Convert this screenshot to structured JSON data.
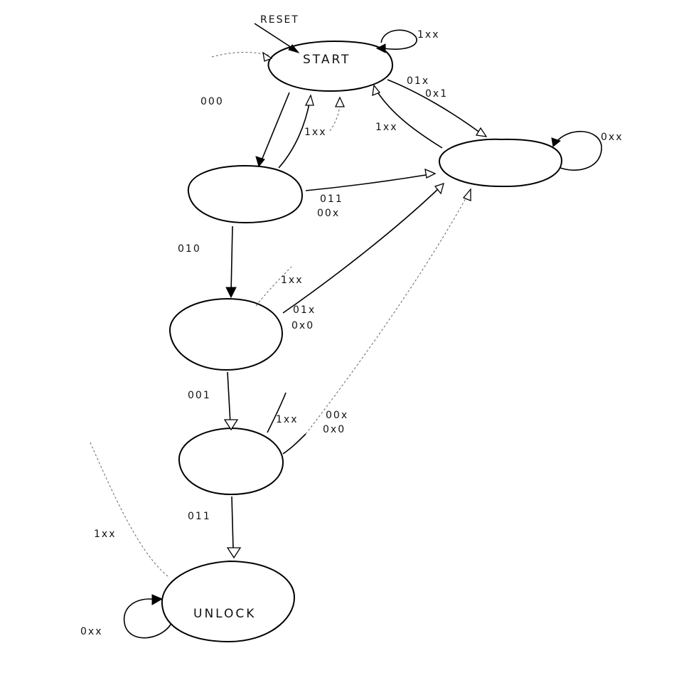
{
  "states": {
    "start": "START",
    "unlock": "UNLOCK"
  },
  "labels": {
    "reset": "RESET",
    "start_self": "1xx",
    "start_to_right_a": "01x",
    "start_to_right_b": "0x1",
    "right_to_start": "1xx",
    "right_self": "0xx",
    "start_to_s1": "000",
    "s1_to_start": "1xx",
    "s1_to_right_a": "011",
    "s1_to_right_b": "00x",
    "s1_to_s2": "010",
    "s2_to_start": "1xx",
    "s2_to_right_a": "01x",
    "s2_to_right_b": "0x0",
    "s2_to_s3": "001",
    "s3_to_start": "1xx",
    "s3_to_right_a": "00x",
    "s3_to_right_b": "0x0",
    "s3_to_unlock": "011",
    "unlock_to_start": "1xx",
    "unlock_self": "0xx"
  }
}
